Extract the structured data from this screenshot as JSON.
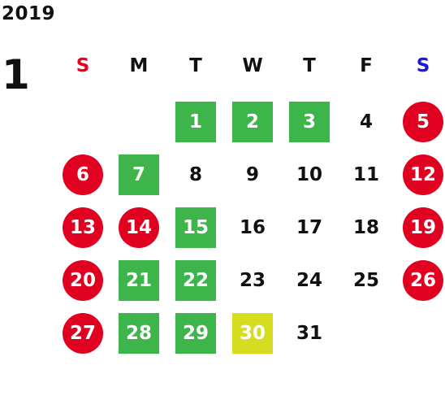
{
  "calendar": {
    "year": "2019",
    "month": "1",
    "weekdays": [
      "S",
      "M",
      "T",
      "W",
      "T",
      "F",
      "S"
    ],
    "weekday_colors": [
      "#e8001c",
      "#111111",
      "#111111",
      "#111111",
      "#111111",
      "#111111",
      "#1a1ad6"
    ],
    "legend_colors": {
      "holiday": "#e0001f",
      "closed": "#3db54a",
      "special": "#d6dd20"
    },
    "weeks": [
      [
        {
          "d": ""
        },
        {
          "d": ""
        },
        {
          "d": "1",
          "type": "closed"
        },
        {
          "d": "2",
          "type": "closed"
        },
        {
          "d": "3",
          "type": "closed"
        },
        {
          "d": "4"
        },
        {
          "d": "5",
          "type": "holiday"
        }
      ],
      [
        {
          "d": "6",
          "type": "holiday"
        },
        {
          "d": "7",
          "type": "closed"
        },
        {
          "d": "8"
        },
        {
          "d": "9"
        },
        {
          "d": "10"
        },
        {
          "d": "11"
        },
        {
          "d": "12",
          "type": "holiday"
        }
      ],
      [
        {
          "d": "13",
          "type": "holiday"
        },
        {
          "d": "14",
          "type": "holiday"
        },
        {
          "d": "15",
          "type": "closed"
        },
        {
          "d": "16"
        },
        {
          "d": "17"
        },
        {
          "d": "18"
        },
        {
          "d": "19",
          "type": "holiday"
        }
      ],
      [
        {
          "d": "20",
          "type": "holiday"
        },
        {
          "d": "21",
          "type": "closed"
        },
        {
          "d": "22",
          "type": "closed"
        },
        {
          "d": "23"
        },
        {
          "d": "24"
        },
        {
          "d": "25"
        },
        {
          "d": "26",
          "type": "holiday"
        }
      ],
      [
        {
          "d": "27",
          "type": "holiday"
        },
        {
          "d": "28",
          "type": "closed"
        },
        {
          "d": "29",
          "type": "closed"
        },
        {
          "d": "30",
          "type": "special"
        },
        {
          "d": "31"
        },
        {
          "d": ""
        },
        {
          "d": ""
        }
      ]
    ]
  }
}
